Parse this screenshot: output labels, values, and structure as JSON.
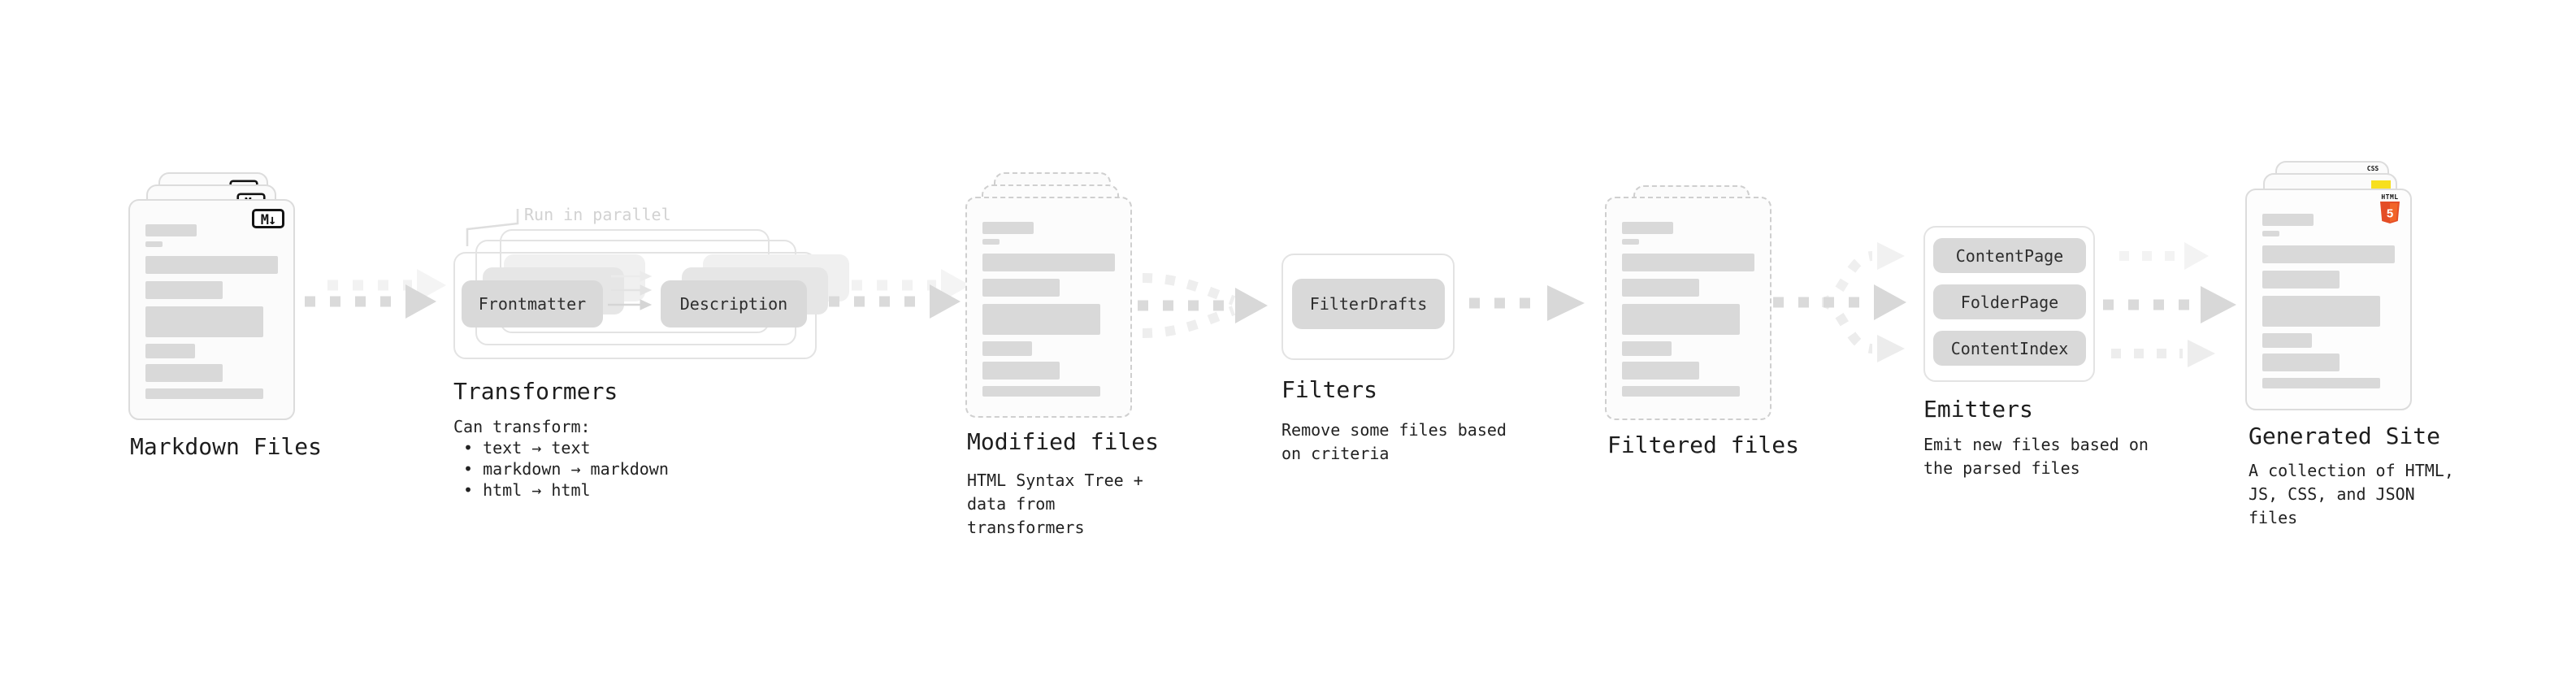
{
  "stages": {
    "markdown_files": {
      "label": "Markdown Files",
      "badge": "M↓"
    },
    "transformers": {
      "label": "Transformers",
      "note": "Run in parallel",
      "boxes": [
        "Frontmatter",
        "Description"
      ],
      "desc_title": "Can transform:",
      "bullets": [
        "• text → text",
        "• markdown → markdown",
        "• html → html"
      ]
    },
    "modified_files": {
      "label": "Modified files",
      "desc": "HTML Syntax Tree +\ndata from transformers"
    },
    "filters": {
      "label": "Filters",
      "boxes": [
        "FilterDrafts"
      ],
      "desc": "Remove some files based\non criteria"
    },
    "filtered_files": {
      "label": "Filtered files"
    },
    "emitters": {
      "label": "Emitters",
      "boxes": [
        "ContentPage",
        "FolderPage",
        "ContentIndex"
      ],
      "desc": "Emit new files based on\nthe parsed files"
    },
    "generated_site": {
      "label": "Generated Site",
      "desc": "A collection of HTML,\nJS, CSS, and JSON files",
      "badges": {
        "html_label": "HTML",
        "html_number": "5",
        "css_label": "CSS"
      }
    }
  },
  "colors": {
    "background": "#ffffff",
    "text_dark": "#1d1d1d",
    "note_gray": "#d2d2d2",
    "box_fill": "#d9d9d9",
    "bar_fill": "#d9d9d9",
    "frame_border": "#e3e3e3",
    "card_border": "#dcdcdc",
    "dashed_border": "#cfcfcf",
    "arrow_dark": "#d8d8d8",
    "arrow_light": "#efefef",
    "markdown_badge": "#141414",
    "html5_orange": "#e44d26",
    "js_yellow": "#f7df1e",
    "css_blue": "#2965f1"
  }
}
